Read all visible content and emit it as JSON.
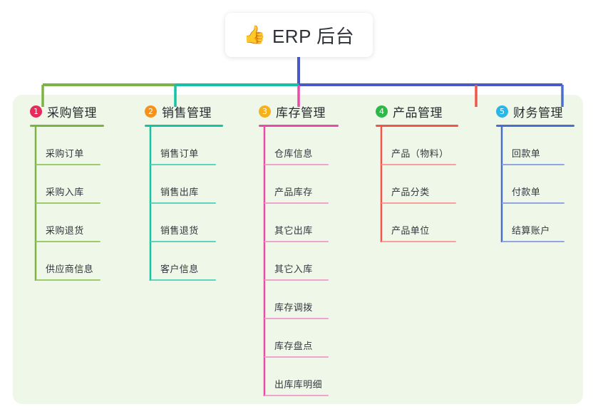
{
  "root": {
    "icon": "thumbs-up-icon",
    "emoji": "👍",
    "label": "ERP 后台"
  },
  "theme": {
    "panel_bg": "#eff7e9",
    "page_bg": "#ffffff",
    "root_text": "#2f3338",
    "trunk_color": "#4a5ac4"
  },
  "columns": [
    {
      "index": "1",
      "title": "采购管理",
      "badge_color": "#e8295c",
      "rule_color": "#7cb342",
      "leaf_rule_color": "#9ccc6a",
      "stem_color": "#7cb342",
      "leaves": [
        {
          "label": "采购订单"
        },
        {
          "label": "采购入库"
        },
        {
          "label": "采购退货"
        },
        {
          "label": "供应商信息"
        }
      ]
    },
    {
      "index": "2",
      "title": "销售管理",
      "badge_color": "#f5921e",
      "rule_color": "#16c2a3",
      "leaf_rule_color": "#5fd3c0",
      "stem_color": "#16c2a3",
      "leaves": [
        {
          "label": "销售订单"
        },
        {
          "label": "销售出库"
        },
        {
          "label": "销售退货"
        },
        {
          "label": "客户信息"
        }
      ]
    },
    {
      "index": "3",
      "title": "库存管理",
      "badge_color": "#f5b11e",
      "rule_color": "#e84ba8",
      "leaf_rule_color": "#efa3cf",
      "stem_color": "#e84ba8",
      "leaves": [
        {
          "label": "仓库信息"
        },
        {
          "label": "产品库存"
        },
        {
          "label": "其它出库"
        },
        {
          "label": "其它入库"
        },
        {
          "label": "库存调拨"
        },
        {
          "label": "库存盘点"
        },
        {
          "label": "出库库明细"
        }
      ]
    },
    {
      "index": "4",
      "title": "产品管理",
      "badge_color": "#2eb84a",
      "rule_color": "#f0554c",
      "leaf_rule_color": "#f5a09a",
      "stem_color": "#f0554c",
      "leaves": [
        {
          "label": "产品（物料）"
        },
        {
          "label": "产品分类"
        },
        {
          "label": "产品单位"
        }
      ]
    },
    {
      "index": "5",
      "title": "财务管理",
      "badge_color": "#29b6e8",
      "rule_color": "#4a6ed0",
      "leaf_rule_color": "#8ea7e0",
      "stem_color": "#4a6ed0",
      "leaves": [
        {
          "label": "回款单"
        },
        {
          "label": "付款单"
        },
        {
          "label": "结算账户"
        }
      ]
    }
  ]
}
